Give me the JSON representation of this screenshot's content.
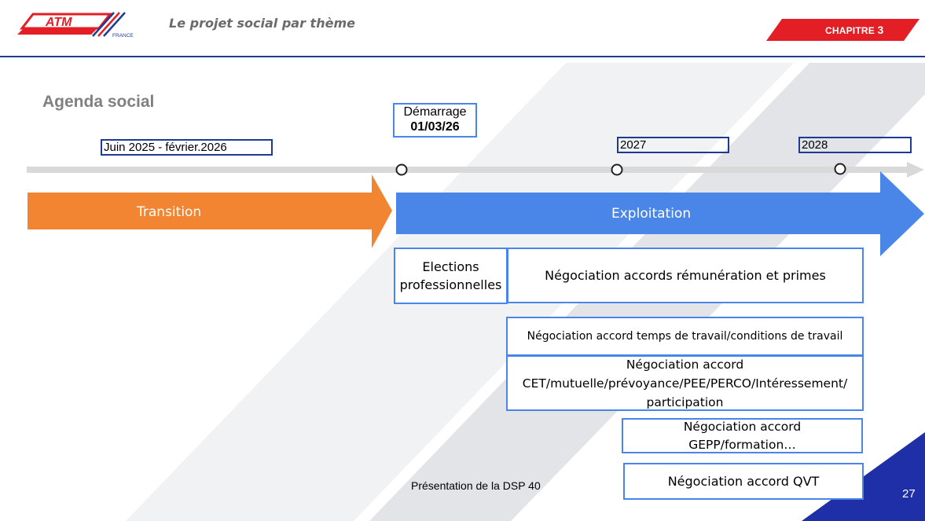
{
  "header": {
    "logo_text": "ATM",
    "logo_sub": "FRANCE",
    "subtitle": "Le projet social par thème",
    "chapter_label": "CHAPITRE",
    "chapter_number": "3"
  },
  "title": "Agenda social",
  "timeline": {
    "period_label": "Juin 2025 - février.2026",
    "start_label": "Démarrage",
    "start_date": "01/03/26",
    "year_1": "2027",
    "year_2": "2028"
  },
  "phases": {
    "transition": "Transition",
    "exploitation": "Exploitation"
  },
  "negotiations": {
    "elections": "Elections professionnelles",
    "remuneration": "Négociation accords rémunération et primes",
    "temps_travail": "Négociation accord temps de travail/conditions de travail",
    "cet_line1": "Négociation accord",
    "cet_line2": "CET/mutuelle/prévoyance/PEE/PERCO/Intéressement/",
    "cet_line3": "participation",
    "gepp_line1": "Négociation accord",
    "gepp_line2": "GEPP/formation…",
    "qvt": "Négociation accord QVT"
  },
  "footer": {
    "text": "Présentation de la DSP 40",
    "page_number": "27"
  },
  "colors": {
    "transition": "#f28532",
    "exploitation": "#4a86e8",
    "navy": "#1f3a93",
    "red": "#e31e24"
  }
}
